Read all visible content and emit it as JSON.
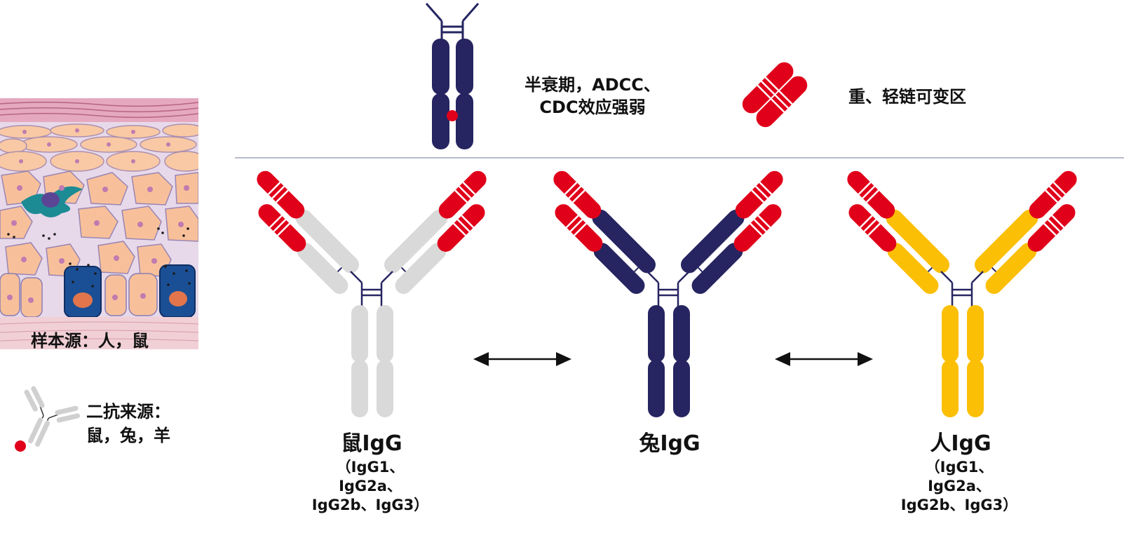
{
  "legend": {
    "fc_text_line1": "半衰期，ADCC、",
    "fc_text_line2": "CDC效应强弱",
    "variable_text": "重、轻链可变区"
  },
  "sample": {
    "label": "样本源：人，鼠"
  },
  "secondary": {
    "line1": "二抗来源：",
    "line2": "鼠，兔，羊"
  },
  "antibodies": [
    {
      "title": "鼠IgG",
      "subtitle": "（IgG1、\nIgG2a、\nIgG2b、IgG3）",
      "color": "#d9d9d9"
    },
    {
      "title": "兔IgG",
      "subtitle": "",
      "color": "#262561"
    },
    {
      "title": "人IgG",
      "subtitle": "（IgG1、\nIgG2a、\nIgG2b、IgG3）",
      "color": "#fbbf05"
    }
  ],
  "colors": {
    "variable_region": "#e0001a",
    "hinge": "#262561",
    "divider": "#b8bccb",
    "fc_dot": "#e0001a"
  }
}
